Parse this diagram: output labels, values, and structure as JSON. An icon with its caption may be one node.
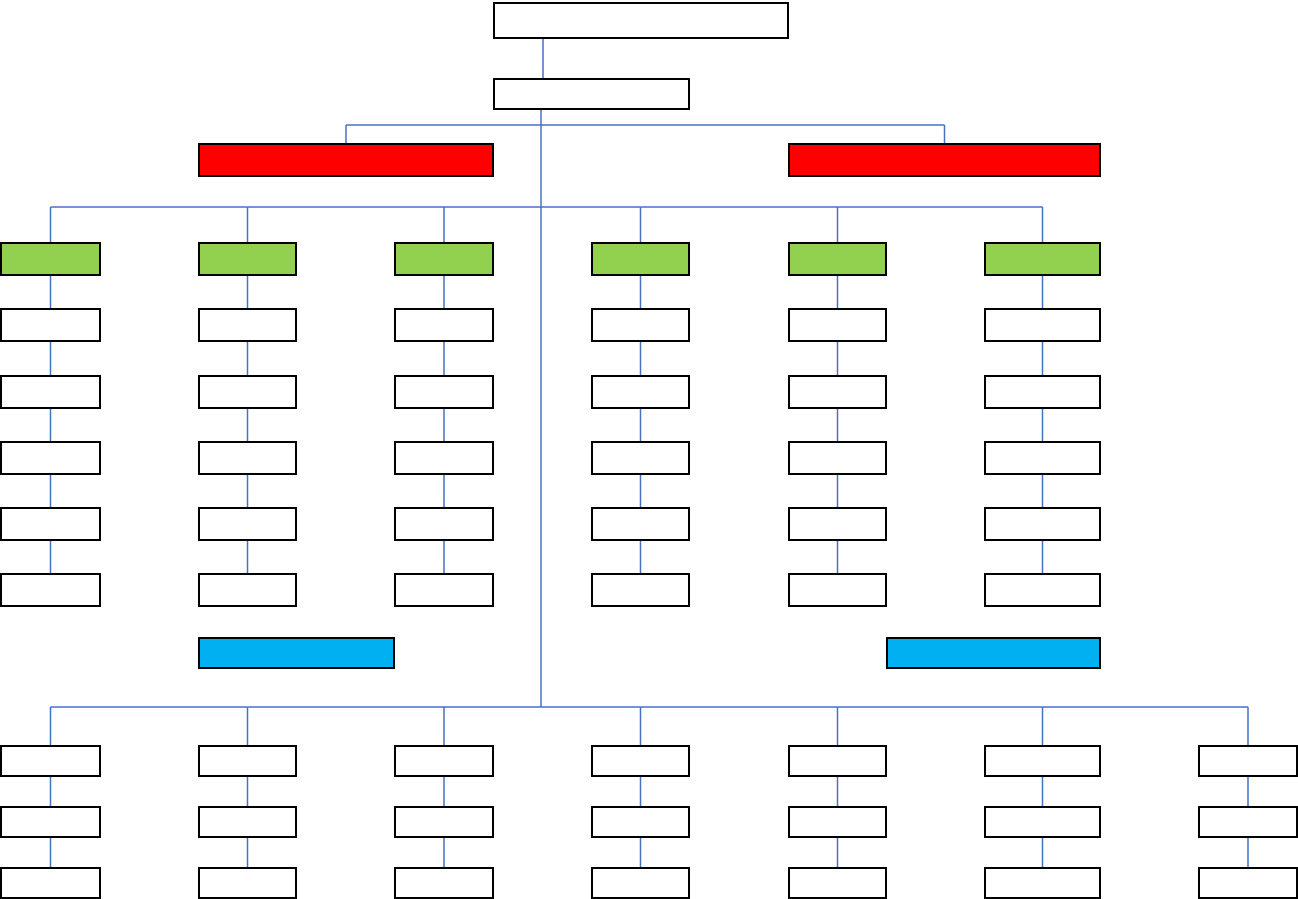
{
  "diagram": {
    "nodes": [
      {
        "text": [],
        "shape": "box"
      },
      {
        "text": [],
        "shape": "box"
      },
      {
        "text": [],
        "shape": "box"
      },
      {
        "text": [],
        "shape": "box"
      },
      {
        "text": [],
        "shape": "box"
      },
      {
        "text": [],
        "shape": "box"
      },
      {
        "text": [],
        "shape": "box"
      },
      {
        "text": [],
        "shape": "box"
      },
      {
        "text": [],
        "shape": "box"
      },
      {
        "text": [],
        "shape": "box"
      },
      {
        "text": [],
        "shape": "box"
      },
      {
        "text": [],
        "shape": "box"
      },
      {
        "text": [],
        "shape": "box"
      },
      {
        "text": [],
        "shape": "box"
      },
      {
        "text": [],
        "shape": "box"
      },
      {
        "text": [],
        "shape": "box"
      },
      {
        "text": [],
        "shape": "box"
      },
      {
        "text": [],
        "shape": "box"
      },
      {
        "text": [],
        "shape": "box"
      },
      {
        "text": [],
        "shape": "box"
      },
      {
        "text": [],
        "shape": "box"
      },
      {
        "text": [],
        "shape": "box"
      },
      {
        "text": [],
        "shape": "box"
      },
      {
        "text": [],
        "shape": "box"
      },
      {
        "text": [],
        "shape": "box"
      },
      {
        "text": [],
        "shape": "box"
      },
      {
        "text": [],
        "shape": "box"
      },
      {
        "text": [],
        "shape": "box"
      },
      {
        "text": [],
        "shape": "box"
      },
      {
        "text": [],
        "shape": "box"
      },
      {
        "text": [],
        "shape": "box"
      },
      {
        "text": [],
        "shape": "box"
      },
      {
        "text": [],
        "shape": "box"
      },
      {
        "text": [],
        "shape": "box"
      },
      {
        "text": [],
        "shape": "box"
      },
      {
        "text": [],
        "shape": "box"
      },
      {
        "text": [],
        "shape": "box"
      },
      {
        "text": [],
        "shape": "box"
      },
      {
        "text": [],
        "shape": "box"
      },
      {
        "text": [],
        "shape": "box"
      },
      {
        "text": [],
        "shape": "box"
      },
      {
        "text": [],
        "shape": "box"
      },
      {
        "text": [],
        "shape": "box"
      },
      {
        "text": [],
        "shape": "box"
      },
      {
        "text": [],
        "shape": "box"
      },
      {
        "text": [],
        "shape": "box"
      },
      {
        "text": [],
        "shape": "box"
      },
      {
        "text": [],
        "shape": "box"
      },
      {
        "text": [],
        "shape": "box"
      },
      {
        "text": [],
        "shape": "box"
      },
      {
        "text": [],
        "shape": "box"
      },
      {
        "text": [],
        "shape": "box"
      },
      {
        "text": [],
        "shape": "box"
      },
      {
        "text": [],
        "shape": "box"
      },
      {
        "text": [],
        "shape": "box"
      },
      {
        "text": [],
        "shape": "box"
      },
      {
        "text": [],
        "shape": "box"
      },
      {
        "text": [],
        "shape": "box"
      },
      {
        "text": [],
        "shape": "box"
      },
      {
        "text": [],
        "shape": "box"
      },
      {
        "text": [],
        "shape": "box"
      },
      {
        "text": [],
        "shape": "box"
      },
      {
        "text": [],
        "shape": "box"
      }
    ],
    "edges": [
      {
        "from": 0,
        "to": 1,
        "arrow": "none"
      },
      {
        "from": 1,
        "to": 2,
        "arrow": "none"
      },
      {
        "from": 1,
        "to": 3,
        "arrow": "none"
      },
      {
        "from": 1,
        "to": 4,
        "arrow": "none"
      },
      {
        "from": 1,
        "to": 5,
        "arrow": "none"
      },
      {
        "from": 1,
        "to": 6,
        "arrow": "none"
      },
      {
        "from": 1,
        "to": 7,
        "arrow": "none"
      },
      {
        "from": 1,
        "to": 8,
        "arrow": "none"
      },
      {
        "from": 1,
        "to": 9,
        "arrow": "none"
      },
      {
        "from": 4,
        "to": 10,
        "arrow": "none"
      },
      {
        "from": 10,
        "to": 16,
        "arrow": "none"
      },
      {
        "from": 16,
        "to": 22,
        "arrow": "none"
      },
      {
        "from": 22,
        "to": 28,
        "arrow": "none"
      },
      {
        "from": 28,
        "to": 34,
        "arrow": "none"
      },
      {
        "from": 5,
        "to": 11,
        "arrow": "none"
      },
      {
        "from": 11,
        "to": 17,
        "arrow": "none"
      },
      {
        "from": 17,
        "to": 23,
        "arrow": "none"
      },
      {
        "from": 23,
        "to": 29,
        "arrow": "none"
      },
      {
        "from": 29,
        "to": 35,
        "arrow": "none"
      },
      {
        "from": 6,
        "to": 12,
        "arrow": "none"
      },
      {
        "from": 12,
        "to": 18,
        "arrow": "none"
      },
      {
        "from": 18,
        "to": 24,
        "arrow": "none"
      },
      {
        "from": 24,
        "to": 30,
        "arrow": "none"
      },
      {
        "from": 30,
        "to": 36,
        "arrow": "none"
      },
      {
        "from": 7,
        "to": 13,
        "arrow": "none"
      },
      {
        "from": 13,
        "to": 19,
        "arrow": "none"
      },
      {
        "from": 19,
        "to": 25,
        "arrow": "none"
      },
      {
        "from": 25,
        "to": 31,
        "arrow": "none"
      },
      {
        "from": 31,
        "to": 37,
        "arrow": "none"
      },
      {
        "from": 8,
        "to": 14,
        "arrow": "none"
      },
      {
        "from": 14,
        "to": 20,
        "arrow": "none"
      },
      {
        "from": 20,
        "to": 26,
        "arrow": "none"
      },
      {
        "from": 26,
        "to": 32,
        "arrow": "none"
      },
      {
        "from": 32,
        "to": 38,
        "arrow": "none"
      },
      {
        "from": 9,
        "to": 15,
        "arrow": "none"
      },
      {
        "from": 15,
        "to": 21,
        "arrow": "none"
      },
      {
        "from": 21,
        "to": 27,
        "arrow": "none"
      },
      {
        "from": 27,
        "to": 33,
        "arrow": "none"
      },
      {
        "from": 33,
        "to": 39,
        "arrow": "none"
      },
      {
        "from": 1,
        "to": 42,
        "arrow": "none"
      },
      {
        "from": 1,
        "to": 43,
        "arrow": "none"
      },
      {
        "from": 1,
        "to": 44,
        "arrow": "none"
      },
      {
        "from": 1,
        "to": 45,
        "arrow": "none"
      },
      {
        "from": 1,
        "to": 46,
        "arrow": "none"
      },
      {
        "from": 1,
        "to": 47,
        "arrow": "none"
      },
      {
        "from": 1,
        "to": 48,
        "arrow": "none"
      },
      {
        "from": 42,
        "to": 49,
        "arrow": "none"
      },
      {
        "from": 49,
        "to": 56,
        "arrow": "none"
      },
      {
        "from": 43,
        "to": 50,
        "arrow": "none"
      },
      {
        "from": 50,
        "to": 57,
        "arrow": "none"
      },
      {
        "from": 44,
        "to": 51,
        "arrow": "none"
      },
      {
        "from": 51,
        "to": 58,
        "arrow": "none"
      },
      {
        "from": 45,
        "to": 52,
        "arrow": "none"
      },
      {
        "from": 52,
        "to": 59,
        "arrow": "none"
      },
      {
        "from": 46,
        "to": 53,
        "arrow": "none"
      },
      {
        "from": 53,
        "to": 60,
        "arrow": "none"
      },
      {
        "from": 47,
        "to": 54,
        "arrow": "none"
      },
      {
        "from": 54,
        "to": 61,
        "arrow": "none"
      },
      {
        "from": 48,
        "to": 55,
        "arrow": "none"
      },
      {
        "from": 55,
        "to": 62,
        "arrow": "none"
      }
    ]
  }
}
